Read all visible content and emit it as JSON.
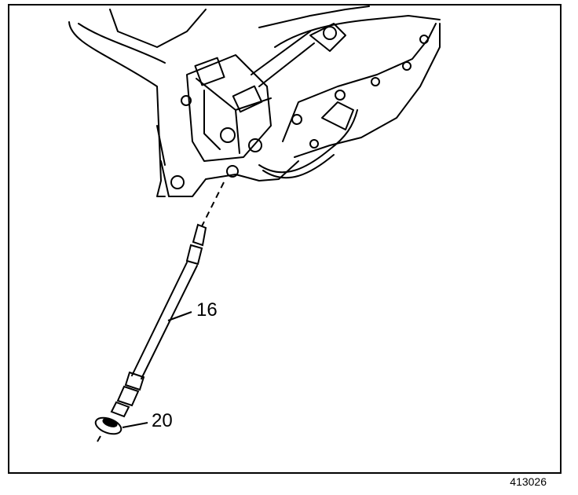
{
  "callouts": {
    "tube": "16",
    "seal": "20"
  },
  "figure_id": "413026",
  "colors": {
    "line": "#000000",
    "background": "#ffffff"
  }
}
